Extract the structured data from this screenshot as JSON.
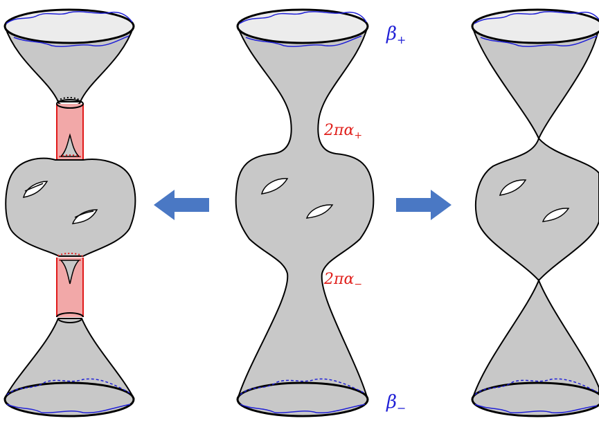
{
  "labels": {
    "beta_plus": "β+",
    "beta_minus": "β−",
    "angle_plus": "2πα+",
    "angle_minus": "2πα−"
  },
  "colors": {
    "surface": "#c8c8c8",
    "surface_cap": "#ececec",
    "outline": "#000000",
    "boundary_curve": "#1f1fd6",
    "conical_label": "#e0201c",
    "tube_fill": "#f2a8a8",
    "tube_stroke": "#e01a1a",
    "arrow": "#4a78c4"
  },
  "icons": {
    "left_arrow": "arrow-left-icon",
    "right_arrow": "arrow-right-icon"
  }
}
